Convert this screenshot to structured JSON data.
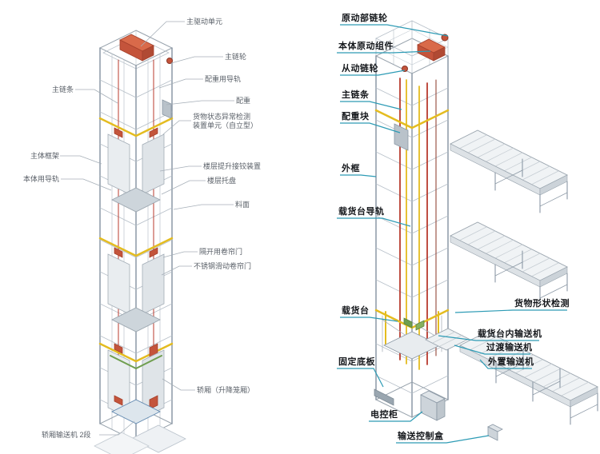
{
  "colors": {
    "frame_gray": "#97a2ac",
    "light_gray": "#b6bfc8",
    "panel_fill": "#e9edf0",
    "yellow_beam": "#e4bc20",
    "orange_unit": "#c4543b",
    "red_chain": "#b83a2e",
    "green_part": "#6f9e4f",
    "leader_left": "#a6afb8",
    "leader_right": "#2d9bb5",
    "label_left_text": "#5a6068",
    "label_right_text": "#15181c"
  },
  "left_diagram": {
    "labels": [
      {
        "text": "主驱动单元"
      },
      {
        "text": "主链轮"
      },
      {
        "text": "配重用导轨"
      },
      {
        "text": "配重"
      },
      {
        "text": "主链条"
      },
      {
        "text": "货物状态异常检测"
      },
      {
        "text": "装置单元（自立型）"
      },
      {
        "text": "楼层提升接铰装置"
      },
      {
        "text": "楼层托盘"
      },
      {
        "text": "主体框架"
      },
      {
        "text": "本体用导轨"
      },
      {
        "text": "料面"
      },
      {
        "text": "隔开用卷帘门"
      },
      {
        "text": "不锈钢滑动卷帘门"
      },
      {
        "text": "轿厢（升降笼厢）"
      },
      {
        "text": "轿厢输送机 2段"
      }
    ]
  },
  "right_diagram": {
    "labels": [
      {
        "text": "原动部链轮"
      },
      {
        "text": "本体原动组件"
      },
      {
        "text": "从动链轮"
      },
      {
        "text": "主链条"
      },
      {
        "text": "配重块"
      },
      {
        "text": "外框"
      },
      {
        "text": "载货台导轨"
      },
      {
        "text": "载货台"
      },
      {
        "text": "固定底板"
      },
      {
        "text": "货物形状检测"
      },
      {
        "text": "载货台内输送机"
      },
      {
        "text": "过渡输送机"
      },
      {
        "text": "外置输送机"
      },
      {
        "text": "电控柜"
      },
      {
        "text": "输送控制盒"
      }
    ]
  }
}
